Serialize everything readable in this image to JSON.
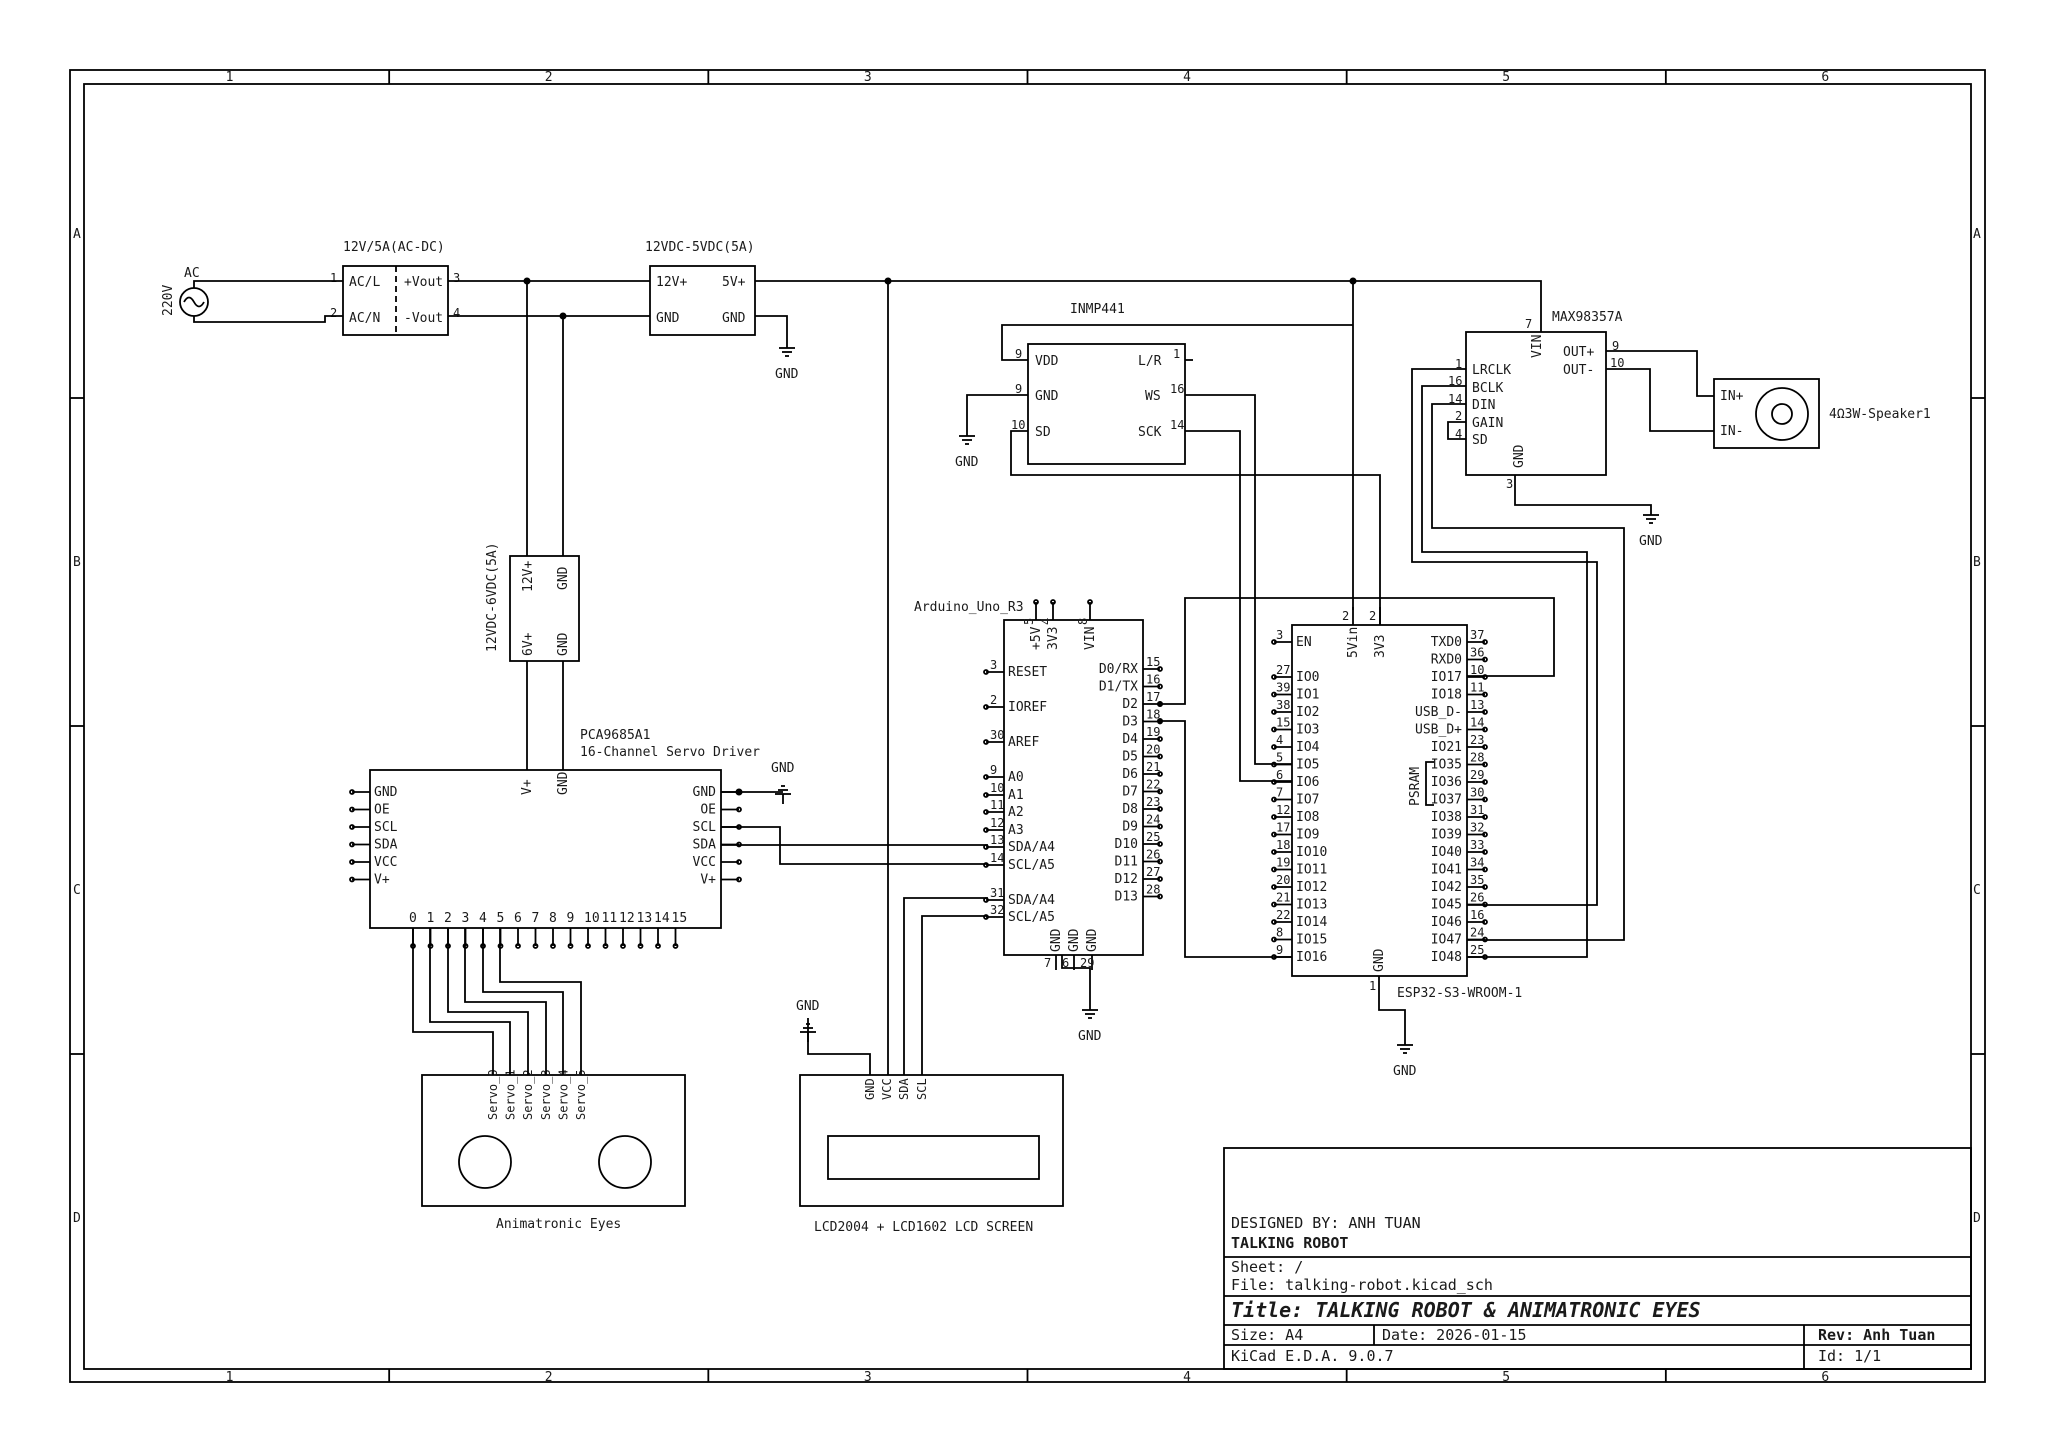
{
  "frame": {
    "cols": [
      "1",
      "2",
      "3",
      "4",
      "5",
      "6"
    ],
    "rows": [
      "A",
      "B",
      "C",
      "D"
    ]
  },
  "ac": {
    "name": "AC",
    "value": "220V"
  },
  "acdc": {
    "name": "12V/5A(AC-DC)",
    "pins": [
      "AC/L",
      "AC/N",
      "+Vout",
      "-Vout"
    ],
    "pinnums": [
      "1",
      "2",
      "3",
      "4"
    ]
  },
  "buck5": {
    "name": "12VDC-5VDC(5A)",
    "pins": [
      "12V+",
      "GND",
      "5V+",
      "GND"
    ]
  },
  "buck6": {
    "name": "12VDC-6VDC(5A)",
    "pins": [
      "12V+",
      "GND",
      "6V+",
      "GND"
    ]
  },
  "inmp": {
    "name": "INMP441",
    "pins": [
      "VDD",
      "GND",
      "SD",
      "L/R",
      "WS",
      "SCK"
    ],
    "nums": [
      "9",
      "9",
      "10",
      "1",
      "16",
      "14"
    ]
  },
  "max": {
    "name": "MAX98357A",
    "pins": [
      "LRCLK",
      "BCLK",
      "DIN",
      "GAIN",
      "SD",
      "VIN",
      "GND",
      "OUT+",
      "OUT-"
    ],
    "nums": [
      "1",
      "16",
      "14",
      "2",
      "4",
      "7",
      "3",
      "9",
      "10"
    ]
  },
  "speaker": {
    "name": "4Ω3W-Speaker1",
    "pins": [
      "IN+",
      "IN-"
    ]
  },
  "uno": {
    "name": "Arduino_Uno_R3",
    "top": [
      [
        "+5V",
        "5"
      ],
      [
        "3V3",
        "4"
      ],
      [
        "VIN",
        "8"
      ]
    ],
    "left": [
      [
        "RESET",
        "3"
      ],
      [
        "IOREF",
        "2"
      ],
      [
        "AREF",
        "30"
      ],
      [
        "A0",
        "9"
      ],
      [
        "A1",
        "10"
      ],
      [
        "A2",
        "11"
      ],
      [
        "A3",
        "12"
      ],
      [
        "SDA/A4",
        "13"
      ],
      [
        "SCL/A5",
        "14"
      ],
      [
        "SDA/A4",
        "31"
      ],
      [
        "SCL/A5",
        "32"
      ]
    ],
    "right": [
      [
        "D0/RX",
        "15"
      ],
      [
        "D1/TX",
        "16"
      ],
      [
        "D2",
        "17"
      ],
      [
        "D3",
        "18"
      ],
      [
        "D4",
        "19"
      ],
      [
        "D5",
        "20"
      ],
      [
        "D6",
        "21"
      ],
      [
        "D7",
        "22"
      ],
      [
        "D8",
        "23"
      ],
      [
        "D9",
        "24"
      ],
      [
        "D10",
        "25"
      ],
      [
        "D11",
        "26"
      ],
      [
        "D12",
        "27"
      ],
      [
        "D13",
        "28"
      ]
    ],
    "bottom": [
      [
        "GND",
        "7"
      ],
      [
        "GND",
        "6"
      ],
      [
        "GND",
        "29"
      ]
    ]
  },
  "esp": {
    "name": "ESP32-S3-WROOM-1",
    "top": [
      [
        "5Vin",
        "2"
      ],
      [
        "3V3",
        "2"
      ]
    ],
    "left": [
      [
        "EN",
        "3"
      ],
      [
        "IO0",
        "27"
      ],
      [
        "IO1",
        "39"
      ],
      [
        "IO2",
        "38"
      ],
      [
        "IO3",
        "15"
      ],
      [
        "IO4",
        "4"
      ],
      [
        "IO5",
        "5"
      ],
      [
        "IO6",
        "6"
      ],
      [
        "IO7",
        "7"
      ],
      [
        "IO8",
        "12"
      ],
      [
        "IO9",
        "17"
      ],
      [
        "IO10",
        "18"
      ],
      [
        "IO11",
        "19"
      ],
      [
        "IO12",
        "20"
      ],
      [
        "IO13",
        "21"
      ],
      [
        "IO14",
        "22"
      ],
      [
        "IO15",
        "8"
      ],
      [
        "IO16",
        "9"
      ]
    ],
    "right": [
      [
        "TXD0",
        "37"
      ],
      [
        "RXD0",
        "36"
      ],
      [
        "IO17",
        "10"
      ],
      [
        "IO18",
        "11"
      ],
      [
        "USB_D-",
        "13"
      ],
      [
        "USB_D+",
        "14"
      ],
      [
        "IO21",
        "23"
      ],
      [
        "IO35",
        "28"
      ],
      [
        "IO36",
        "29"
      ],
      [
        "IO37",
        "30"
      ],
      [
        "IO38",
        "31"
      ],
      [
        "IO39",
        "32"
      ],
      [
        "IO40",
        "33"
      ],
      [
        "IO41",
        "34"
      ],
      [
        "IO42",
        "35"
      ],
      [
        "IO45",
        "26"
      ],
      [
        "IO46",
        "16"
      ],
      [
        "IO47",
        "24"
      ],
      [
        "IO48",
        "25"
      ]
    ],
    "gnd": [
      "GND",
      "1"
    ],
    "psram": "PSRAM"
  },
  "pca": {
    "name": "PCA9685A1",
    "desc": "16-Channel Servo Driver",
    "left": [
      "GND",
      "OE",
      "SCL",
      "SDA",
      "VCC",
      "V+"
    ],
    "right": [
      "GND",
      "OE",
      "SCL",
      "SDA",
      "VCC",
      "V+"
    ],
    "top": [
      "V+",
      "GND"
    ],
    "channels": [
      "0",
      "1",
      "2",
      "3",
      "4",
      "5",
      "6",
      "7",
      "8",
      "9",
      "10",
      "11",
      "12",
      "13",
      "14",
      "15"
    ]
  },
  "eyes": {
    "name": "Animatronic Eyes",
    "pins": [
      "Servo_0",
      "Servo_1",
      "Servo_2",
      "Servo_3",
      "Servo_4",
      "Servo_5"
    ]
  },
  "lcd": {
    "name": "LCD2004 + LCD1602 LCD SCREEN",
    "pins": [
      "GND",
      "VCC",
      "SDA",
      "SCL"
    ]
  },
  "gnd_label": "GND",
  "titleblock": {
    "designed": "DESIGNED BY: ANH TUAN",
    "project": "TALKING ROBOT",
    "sheet": "Sheet: /",
    "file": "File: talking-robot.kicad_sch",
    "title": "Title: TALKING ROBOT & ANIMATRONIC EYES",
    "size": "Size: A4",
    "date": "Date: 2026-01-15",
    "rev": "Rev: Anh Tuan",
    "tool": "KiCad E.D.A. 9.0.7",
    "id": "Id: 1/1"
  }
}
